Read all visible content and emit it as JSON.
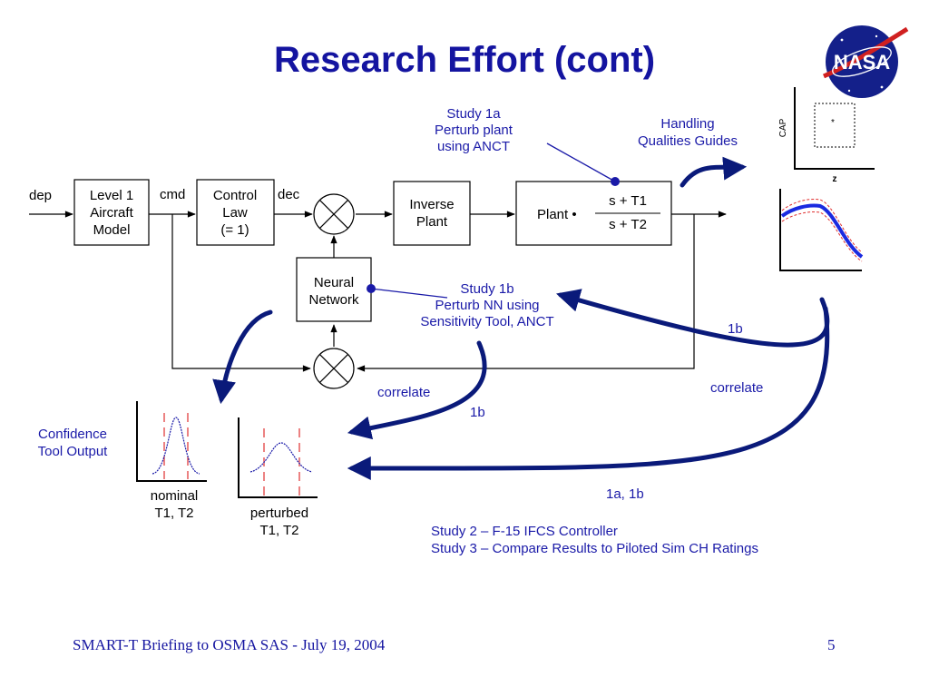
{
  "slide": {
    "title": "Research Effort (cont)",
    "footer_left": "SMART-T Briefing to OSMA SAS - July 19, 2004",
    "page_number": "5",
    "logo_text": "NASA"
  },
  "diagram": {
    "signals": {
      "dep": "dep",
      "cmd": "cmd",
      "dec": "dec"
    },
    "blocks": {
      "level1": [
        "Level 1",
        "Aircraft",
        "Model"
      ],
      "control_law": [
        "Control",
        "Law",
        "(= 1)"
      ],
      "inverse_plant": [
        "Inverse",
        "Plant"
      ],
      "plant_label": "Plant •",
      "plant_num": "s + T1",
      "plant_den": "s + T2",
      "neural_network": [
        "Neural",
        "Network"
      ]
    },
    "annotations": {
      "study1a": [
        "Study 1a",
        "Perturb plant",
        "using ANCT"
      ],
      "handling": [
        "Handling",
        "Qualities Guides"
      ],
      "study1b": [
        "Study 1b",
        "Perturb NN using",
        "Sensitivity Tool, ANCT"
      ],
      "label_1b_right": "1b",
      "correlate_left": "correlate",
      "correlate_right": "correlate",
      "label_1b_center": "1b",
      "label_1a1b": "1a, 1b",
      "confidence": [
        "Confidence",
        "Tool Output"
      ],
      "nominal": [
        "nominal",
        "T1, T2"
      ],
      "perturbed": [
        "perturbed",
        "T1, T2"
      ],
      "study2": "Study 2 – F-15 IFCS Controller",
      "study3": "Study 3 – Compare Results to Piloted Sim CH Ratings",
      "cap_axis": "CAP",
      "z_axis": "z",
      "cap_marker": "*"
    },
    "colors": {
      "annotation": "#1a1aa8",
      "arrow": "#0a1a7a",
      "title": "#1414a0",
      "dist_dash": "#e03030",
      "dist_curve": "#1a1aa8",
      "response_band": "#e03030",
      "response_line": "#1a2ae0"
    }
  }
}
